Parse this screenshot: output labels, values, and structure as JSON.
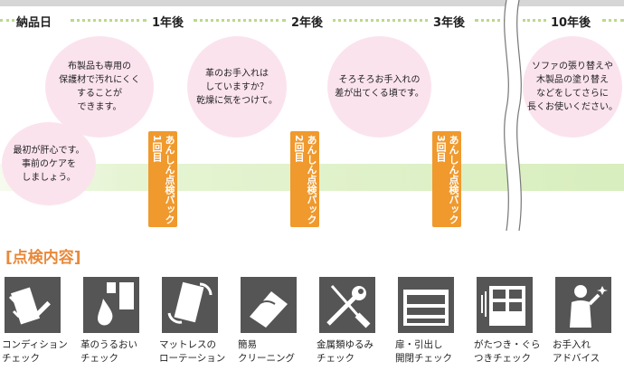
{
  "timeline": {
    "milestones": [
      "納品日",
      "1年後",
      "2年後",
      "3年後",
      "10年後"
    ],
    "bubbles": [
      "最初が肝心です。\n事前のケアを\nしましょう。",
      "布製品も専用の\n保護材で汚れにくく\nすることが\nできます。",
      "革のお手入れは\nしていますか？\n乾燥に気をつけて。",
      "そろそろお手入れの\n差が出てくる頃です。",
      "ソファの張り替えや\n木製品の塗り替え\nなどをしてさらに\n長くお使いください。"
    ],
    "packs": [
      "あんしん点検パック\n1回目",
      "あんしん点検パック\n2回目",
      "あんしん点検パック\n3回目"
    ],
    "colors": {
      "accent": "#f0992d",
      "bubble": "#fbe3ee",
      "band": "#d8eebe",
      "dots": "#b9d98a"
    }
  },
  "inspection": {
    "title": "[点検内容]",
    "items": [
      {
        "icon": "checklist-icon",
        "label": "コンディション\nチェック"
      },
      {
        "icon": "leather-drop-icon",
        "label": "革のうるおい\nチェック"
      },
      {
        "icon": "mattress-rotate-icon",
        "label": "マットレスの\nローテーション"
      },
      {
        "icon": "cloth-wipe-icon",
        "label": "簡易\nクリーニング"
      },
      {
        "icon": "wrench-screwdriver-icon",
        "label": "金属類ゆるみ\nチェック"
      },
      {
        "icon": "drawer-icon",
        "label": "扉・引出し\n開閉チェック"
      },
      {
        "icon": "shaky-cabinet-icon",
        "label": "がたつき・ぐら\nつきチェック"
      },
      {
        "icon": "advisor-icon",
        "label": "お手入れ\nアドバイス"
      }
    ]
  }
}
